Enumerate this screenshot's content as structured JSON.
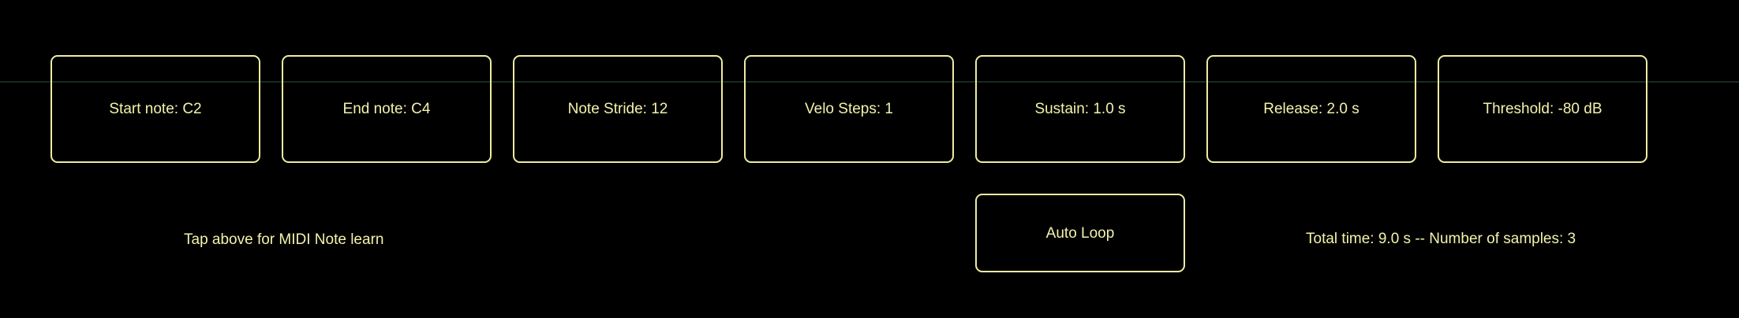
{
  "theme": {
    "background": "#000000",
    "accent_border": "#eeeca2",
    "text_color": "#f4f2ac",
    "divider_color": "#1a2b1d"
  },
  "param_buttons": [
    {
      "label": "Start note: C2"
    },
    {
      "label": "End note: C4"
    },
    {
      "label": "Note Stride: 12"
    },
    {
      "label": "Velo Steps: 1"
    },
    {
      "label": "Sustain: 1.0 s"
    },
    {
      "label": "Release: 2.0 s"
    },
    {
      "label": "Threshold: -80 dB"
    }
  ],
  "hint": {
    "midi_learn": "Tap above for MIDI Note learn"
  },
  "auto_loop": {
    "label": "Auto Loop"
  },
  "status": {
    "summary": "Total time: 9.0 s -- Number of samples: 3"
  }
}
